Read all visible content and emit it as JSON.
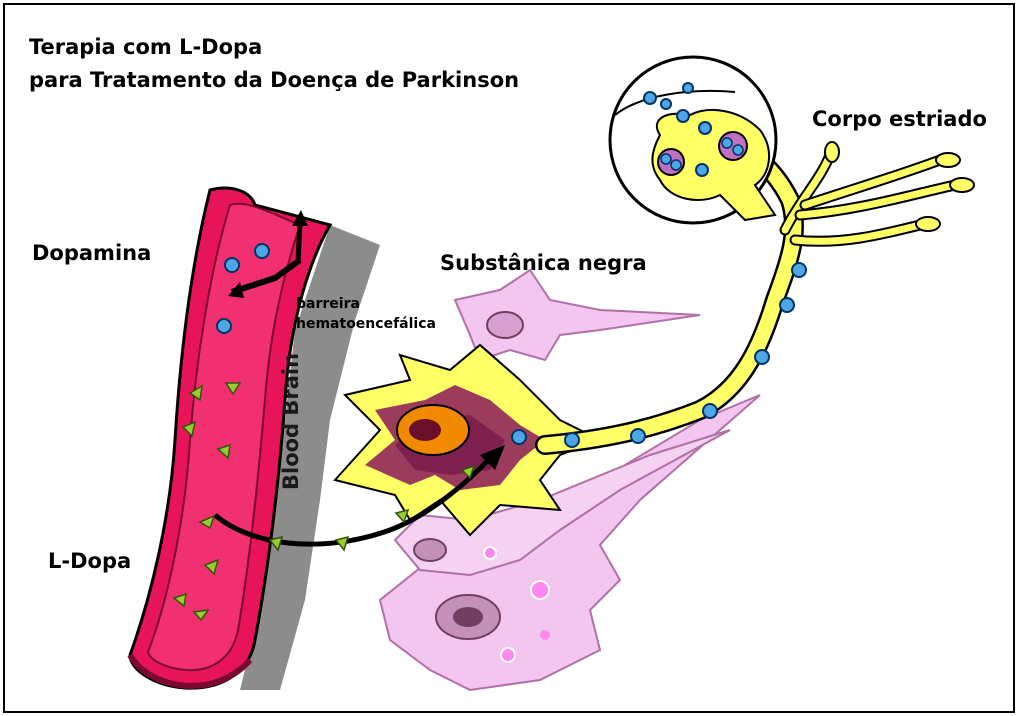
{
  "title": {
    "line1": "Terapia com L-Dopa",
    "line2": "para Tratamento da Doença de Parkinson"
  },
  "labels": {
    "corpo_estriado": "Corpo estriado",
    "dopamina": "Dopamina",
    "substancia_negra": "Substânica negra",
    "barreira_line1": "barreira",
    "barreira_line2": "hematoencefálica",
    "blood_brain": "Blood Brain",
    "l_dopa": "L-Dopa"
  },
  "colors": {
    "vessel": "#e8145a",
    "vessel_dark": "#9e0a3a",
    "barrier": "#8c8c8c",
    "neuron_main": "#ffff66",
    "neuron_core": "#8a1a5a",
    "nucleus": "#f28a00",
    "axon": "#ffff66",
    "dopamine_dot": "#4da6e6",
    "ldopa_triangle": "#99cc33",
    "pink_neurons": "#f0b0e8",
    "arrow": "#000000"
  }
}
